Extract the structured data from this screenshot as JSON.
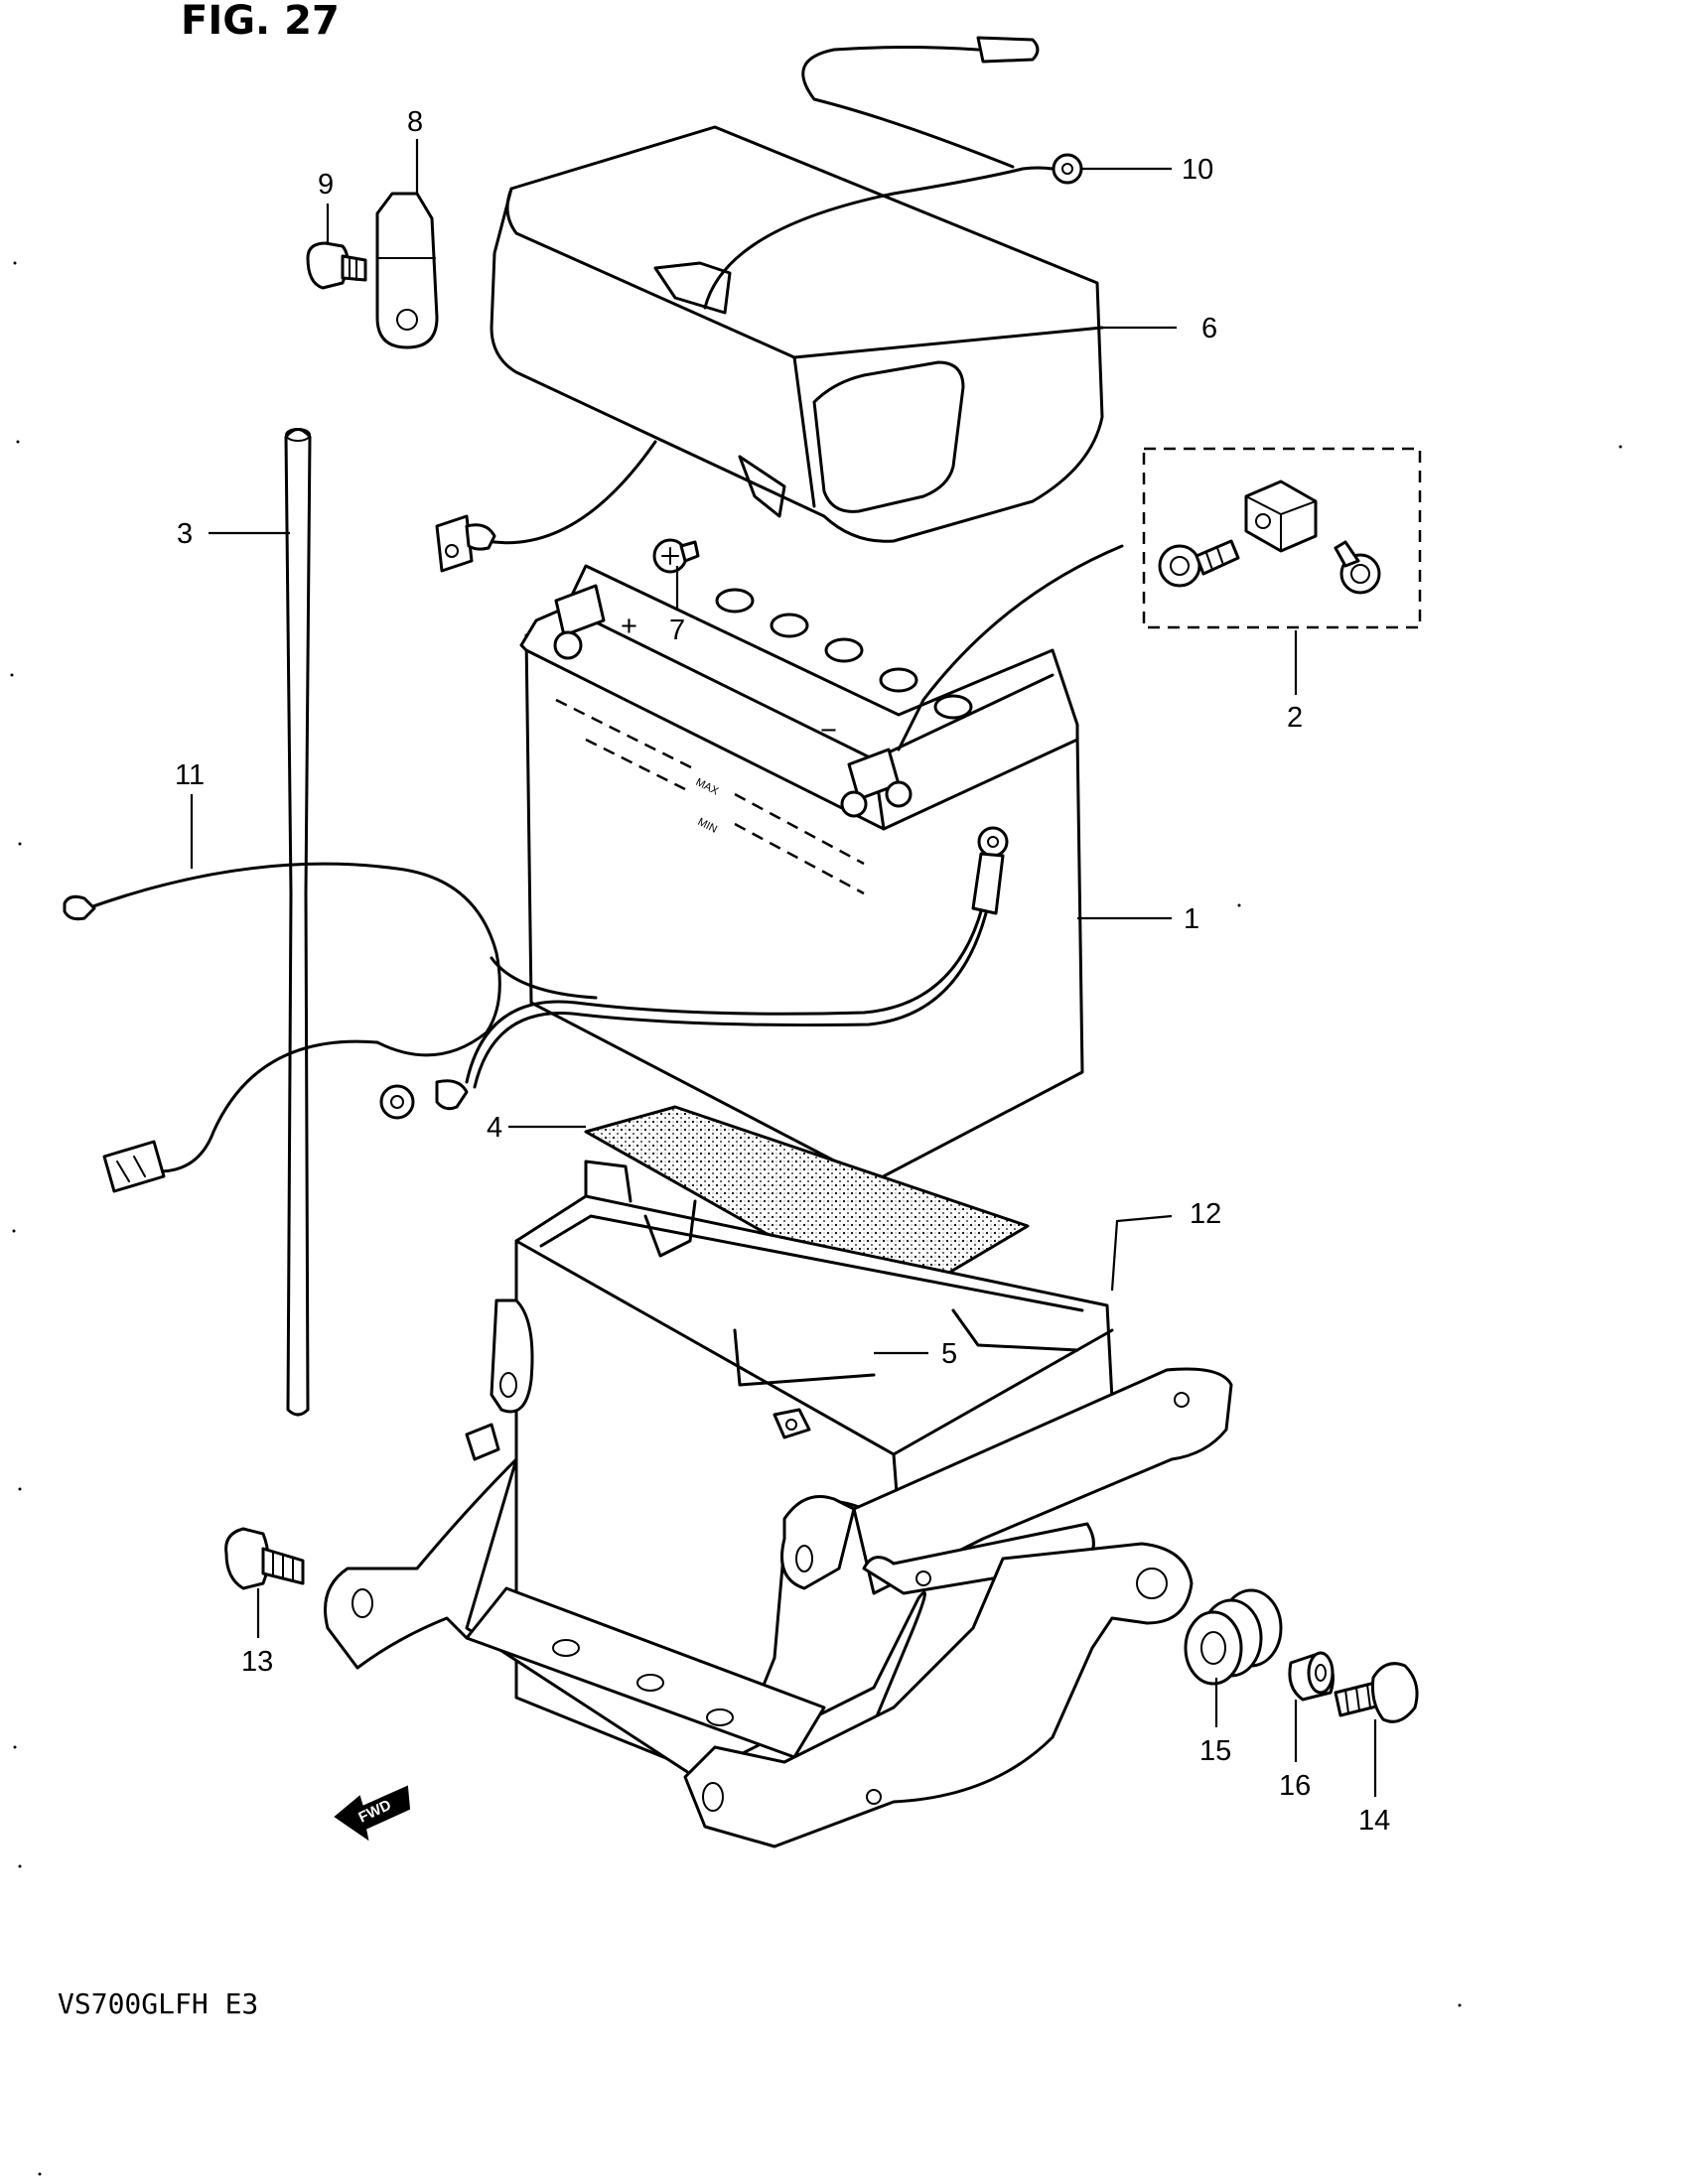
{
  "figure": {
    "title": "FIG. 27",
    "model_code": "VS700GLFH E3",
    "direction_marker": "FWD"
  },
  "battery": {
    "max_label": "MAX",
    "min_label": "MIN",
    "plus_mark": "+",
    "minus_mark": "−"
  },
  "callouts": [
    "1",
    "2",
    "3",
    "4",
    "5",
    "6",
    "7",
    "8",
    "9",
    "10",
    "11",
    "12",
    "13",
    "14",
    "15",
    "16"
  ]
}
